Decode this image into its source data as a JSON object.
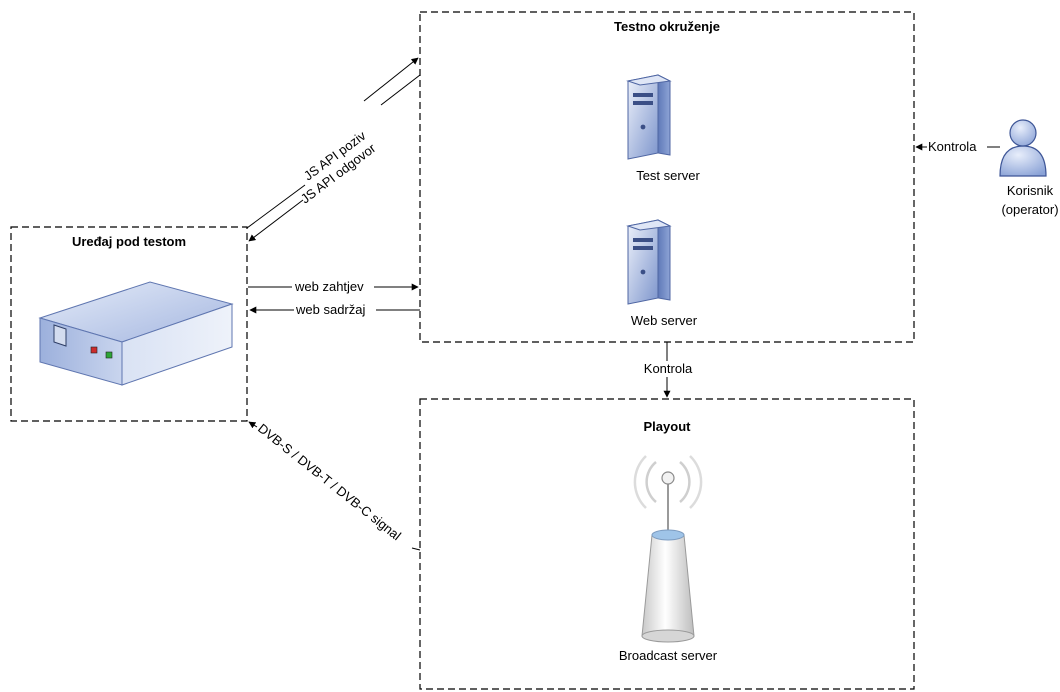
{
  "groups": {
    "device": {
      "title": "Uređaj pod testom"
    },
    "test_env": {
      "title": "Testno okruženje",
      "test_server": "Test server",
      "web_server": "Web server"
    },
    "playout": {
      "title": "Playout",
      "broadcast_server": "Broadcast server"
    }
  },
  "user": {
    "line1": "Korisnik",
    "line2": "(operator)"
  },
  "connections": {
    "js_api_call": "JS API poziv",
    "js_api_response": "JS API odgovor",
    "web_request": "web zahtjev",
    "web_content": "web sadržaj",
    "control_user": "Kontrola",
    "control_playout": "Kontrola",
    "signal": "DVB-S / DVB-T / DVB-C signal"
  },
  "colors": {
    "device_top": "#c7d3ec",
    "device_side": "#7f96cc",
    "server_body": "#8fa6d8",
    "person": "#a9bde6",
    "tower": "#e6e6e6"
  }
}
